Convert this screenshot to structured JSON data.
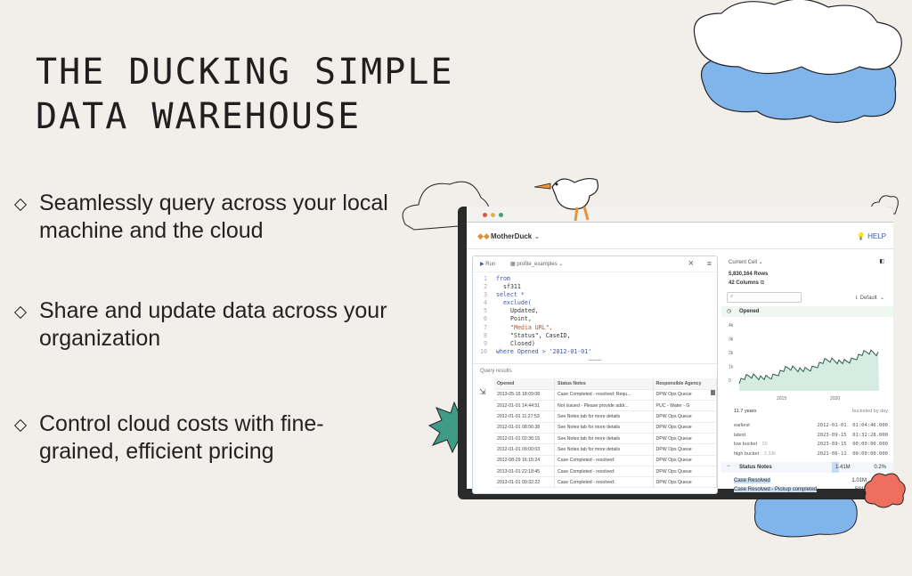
{
  "headline": [
    "THE DUCKING SIMPLE",
    "DATA WAREHOUSE"
  ],
  "bullets": [
    "Seamlessly query across your local machine and the cloud",
    "Share and update data across your organization",
    "Control cloud costs with fine-grained, efficient pricing"
  ],
  "app": {
    "brand": "MotherDuck",
    "help": "HELP",
    "toolbar": {
      "run": "Run",
      "notebook": "profile_examples"
    },
    "code": [
      {
        "n": "1",
        "t": "from",
        "c": "kw",
        "i": 0
      },
      {
        "n": "2",
        "t": "sf311",
        "c": "",
        "i": 1
      },
      {
        "n": "3",
        "t": "select *",
        "c": "kw",
        "i": 0
      },
      {
        "n": "4",
        "t": "exclude(",
        "c": "kw",
        "i": 1
      },
      {
        "n": "5",
        "t": "Updated,",
        "c": "",
        "i": 2
      },
      {
        "n": "6",
        "t": "Point,",
        "c": "",
        "i": 2
      },
      {
        "n": "7",
        "t": "\"Media URL\",",
        "c": "str",
        "i": 2
      },
      {
        "n": "8",
        "t": "\"Status\", CaseID,",
        "c": "",
        "i": 2
      },
      {
        "n": "9",
        "t": "Closed)",
        "c": "",
        "i": 2
      },
      {
        "n": "10",
        "t": "where Opened > '2012-01-01'",
        "c": "kw",
        "i": 0
      }
    ],
    "results_label": "Query results",
    "columns": [
      "Opened",
      "Status Notes",
      "Responsible Agency"
    ],
    "rows": [
      [
        "2013-05-15 18:09:08",
        "Case Completed - resolved: Requ...",
        "DPW Ops Queue"
      ],
      [
        "2012-01-01 14:44:51",
        "Not Issued - Please provide addr...",
        "PUC - Water - G"
      ],
      [
        "2012-01-01 11:27:53",
        "See Notes tab for more details",
        "DPW Ops Queue"
      ],
      [
        "2012-01-01 08:56:38",
        "See Notes tab for more details",
        "DPW Ops Queue"
      ],
      [
        "2012-01-01 02:36:15",
        "See Notes tab for more details",
        "DPW Ops Queue"
      ],
      [
        "2012-01-01 09:00:03",
        "See Notes tab for more details",
        "DPW Ops Queue"
      ],
      [
        "2012-08-29 16:15:24",
        "Case Completed - resolved:",
        "DPW Ops Queue"
      ],
      [
        "2013-01-01 22:18:45",
        "Case Completed - resolved:",
        "DPW Ops Queue"
      ],
      [
        "2013-01-01 09:32:22",
        "Case Completed - resolved:",
        "DPW Ops Queue"
      ]
    ],
    "side": {
      "cell": "Current Cell",
      "rows": "5,830,164 Rows",
      "cols": "42 Columns",
      "sort": "Default",
      "col1": "Opened",
      "yticks": [
        "4k",
        "3k",
        "2k",
        "1k",
        "0"
      ],
      "xticks": [
        "2015",
        "2020"
      ],
      "span": "11.7 years",
      "bucket": "bucketed by day",
      "stats": [
        [
          "earliest",
          "",
          "2012-01-01",
          "01:04:46.000"
        ],
        [
          "latest",
          "",
          "2023-09-15",
          "01:32:28.000"
        ],
        [
          "low bucket",
          "26",
          "2023-09-15",
          "00:00:00.000"
        ],
        [
          "high bucket",
          "3.33k",
          "2021-06-11",
          "00:00:00.000"
        ]
      ],
      "col2": "Status Notes",
      "col2_count": "1.41M",
      "col2_pct": "0.2%",
      "values": [
        [
          "Case Resolved",
          "1.01M"
        ],
        [
          "Case Resolved - Pickup completed",
          "591k"
        ]
      ]
    }
  },
  "colors": {
    "bg": "#f2efeb",
    "cloud_blue": "#7fb5ea",
    "star_green": "#3f9b86",
    "blob_red": "#ef6f5e",
    "accent": "#3b55b5"
  }
}
